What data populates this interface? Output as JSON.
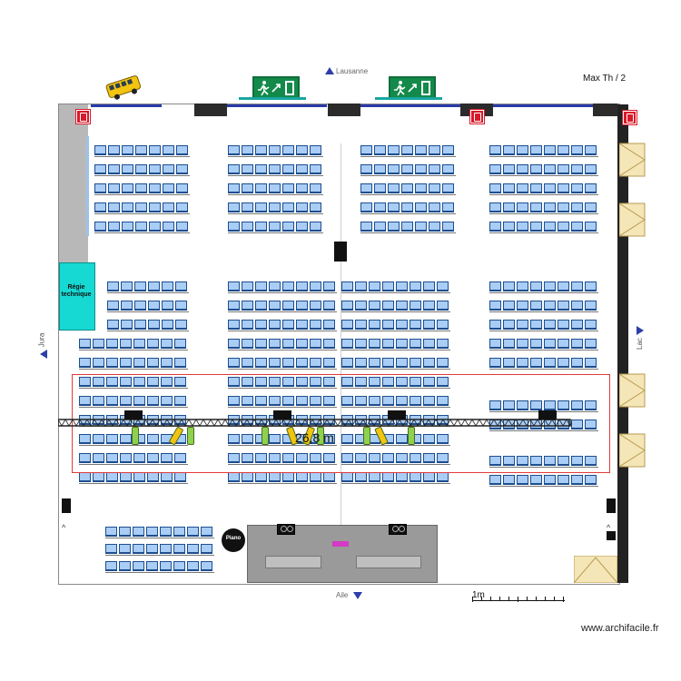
{
  "header": {
    "max_label": "Max Th / 2",
    "top_direction": "Lausanne",
    "bottom_direction": "Aile",
    "left_direction": "Jura",
    "right_direction": "Lac"
  },
  "rooms": {
    "control_room": "Régie technique",
    "piano": "Piano"
  },
  "measure": {
    "truss_length": "26,8 m",
    "scale_label": "1m"
  },
  "footer": {
    "watermark": "www.archifacile.fr"
  },
  "colors": {
    "seat": "#a9cdf5",
    "seat_border": "#1d4e8f",
    "wall": "#333333",
    "blue_wall": "#2a3aa8",
    "control_room": "#16d9d3",
    "stage": "#9a9a9a",
    "zone_outline": "#e13b3b",
    "truss": "#222222",
    "exit_sign": "#138a4a",
    "fire": "#d91a2a",
    "arrow_nav": "#2c3fa8"
  },
  "icons": [
    "bus-icon",
    "exit-sign-icon",
    "fire-extinguisher-icon",
    "speaker-icon",
    "spotlight-icon",
    "arrow-up-icon",
    "arrow-down-icon",
    "arrow-left-icon",
    "arrow-right-icon"
  ]
}
